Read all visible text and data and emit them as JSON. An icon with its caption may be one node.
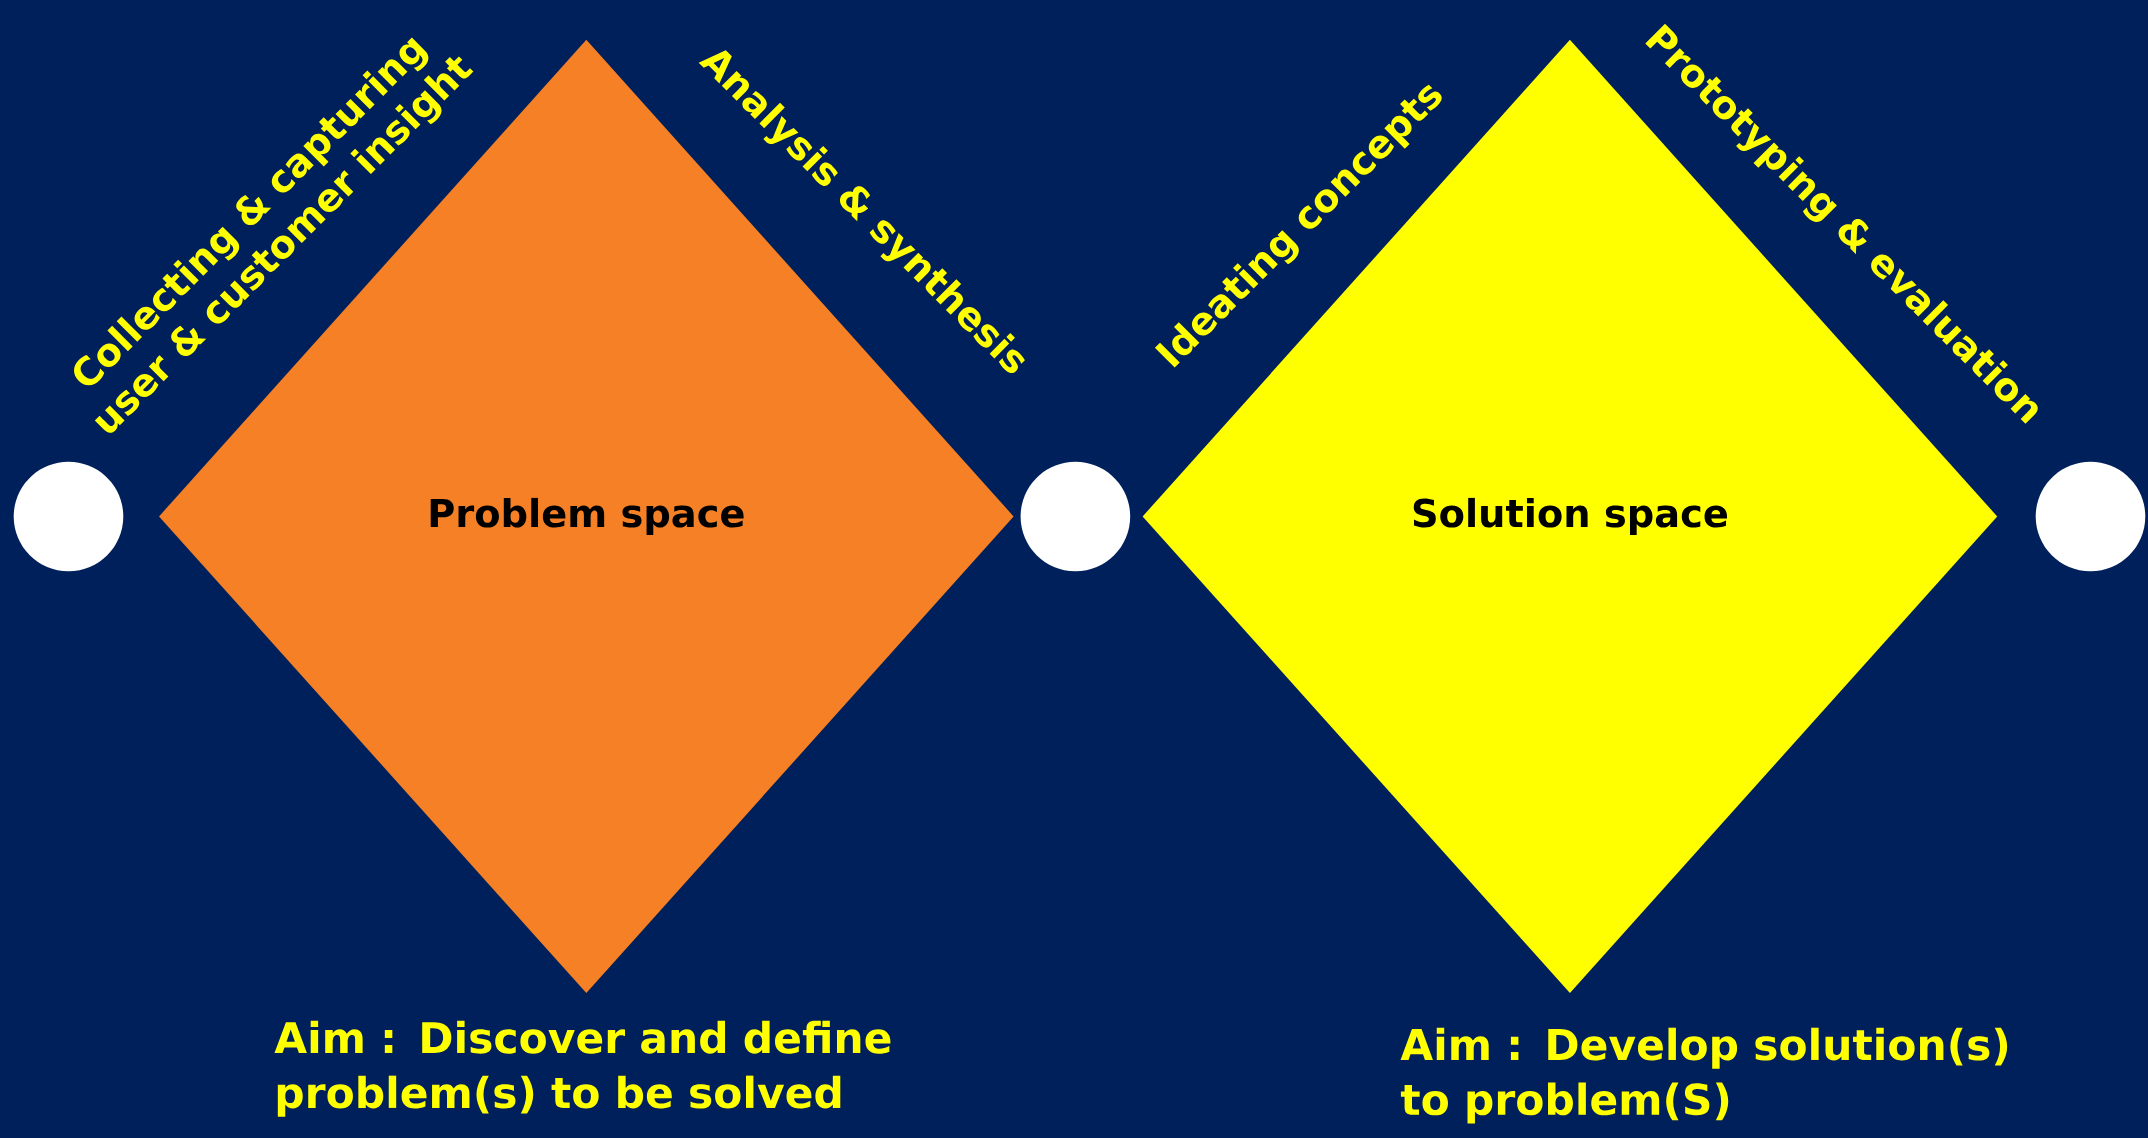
{
  "diagram": {
    "nodes": [
      {
        "text": [],
        "shape": "circle"
      },
      {
        "text": [
          "Problem space"
        ],
        "beside": [
          "Aim : Discover and define problem(s) to be solved"
        ]
      },
      {
        "text": [],
        "shape": "circle"
      },
      {
        "text": [
          "Solution space"
        ],
        "beside": [
          "Aim : Develop solution(s) to problem(S)"
        ]
      },
      {
        "text": [],
        "shape": "circle"
      }
    ],
    "labels": [
      "Collecting & capturing user & customer insight",
      "Analysis & synthesis",
      "Ideating concepts",
      "Prototyping & evaluation"
    ]
  }
}
